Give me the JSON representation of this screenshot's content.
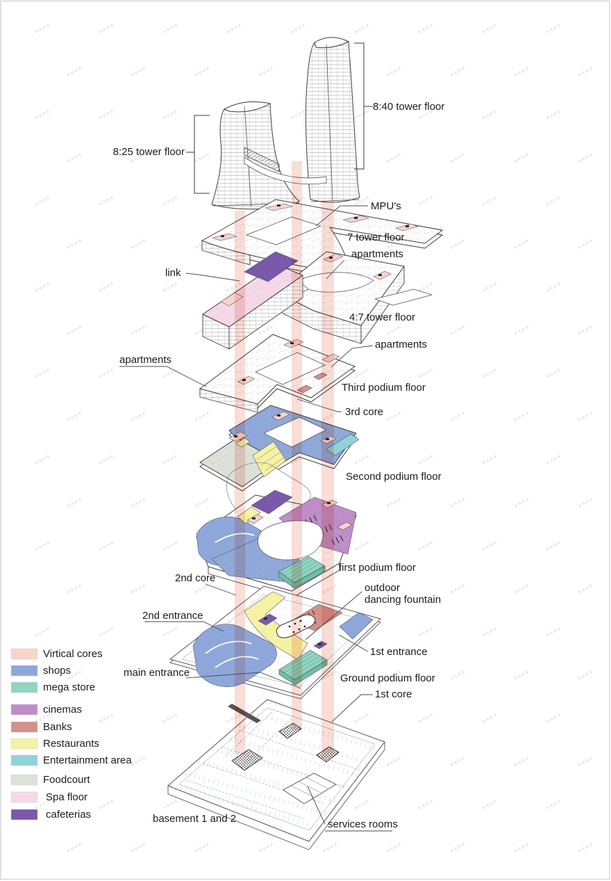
{
  "labels": {
    "tower_left": "8:25 tower floor",
    "tower_right": "8:40 tower floor",
    "mpus": "MPU's",
    "floor7": "7 tower floor",
    "apartments_top": "apartments",
    "link": "link",
    "floor47": "4:7 tower floor",
    "apartments_right": "apartments",
    "apartments_left": "apartments",
    "third_podium": "Third podium floor",
    "core3": "3rd core",
    "second_podium": "Second podium floor",
    "first_podium": "first podium floor",
    "core2": "2nd core",
    "fountain": {
      "line1": "outdoor",
      "line2": "dancing fountain"
    },
    "entrance2": "2nd entrance",
    "entrance1": "1st entrance",
    "main_entrance": "main entrance",
    "ground_podium": "Ground podium floor",
    "core1": "1st core",
    "basement": "basement 1 and 2",
    "services": "services rooms"
  },
  "legend": {
    "items": [
      {
        "label": "Virtical cores",
        "color": "#f9d4cb"
      },
      {
        "label": "shops",
        "color": "#8ea7da"
      },
      {
        "label": "mega store",
        "color": "#90d5c0"
      },
      {
        "label": "cinemas",
        "color": "#bf8cc7"
      },
      {
        "label": "Banks",
        "color": "#d4908a"
      },
      {
        "label": "Restaurants",
        "color": "#f5f2a6"
      },
      {
        "label": "Entertainment area",
        "color": "#8fd2da"
      },
      {
        "label": "Foodcourt",
        "color": "#dde2d8"
      },
      {
        "label": "Spa floor",
        "color": "#f6d9e9"
      },
      {
        "label": "cafeterias",
        "color": "#7a58ab"
      }
    ]
  },
  "colors": {
    "core_band": "#f5c8bd",
    "outline": "#3a3a3a"
  }
}
